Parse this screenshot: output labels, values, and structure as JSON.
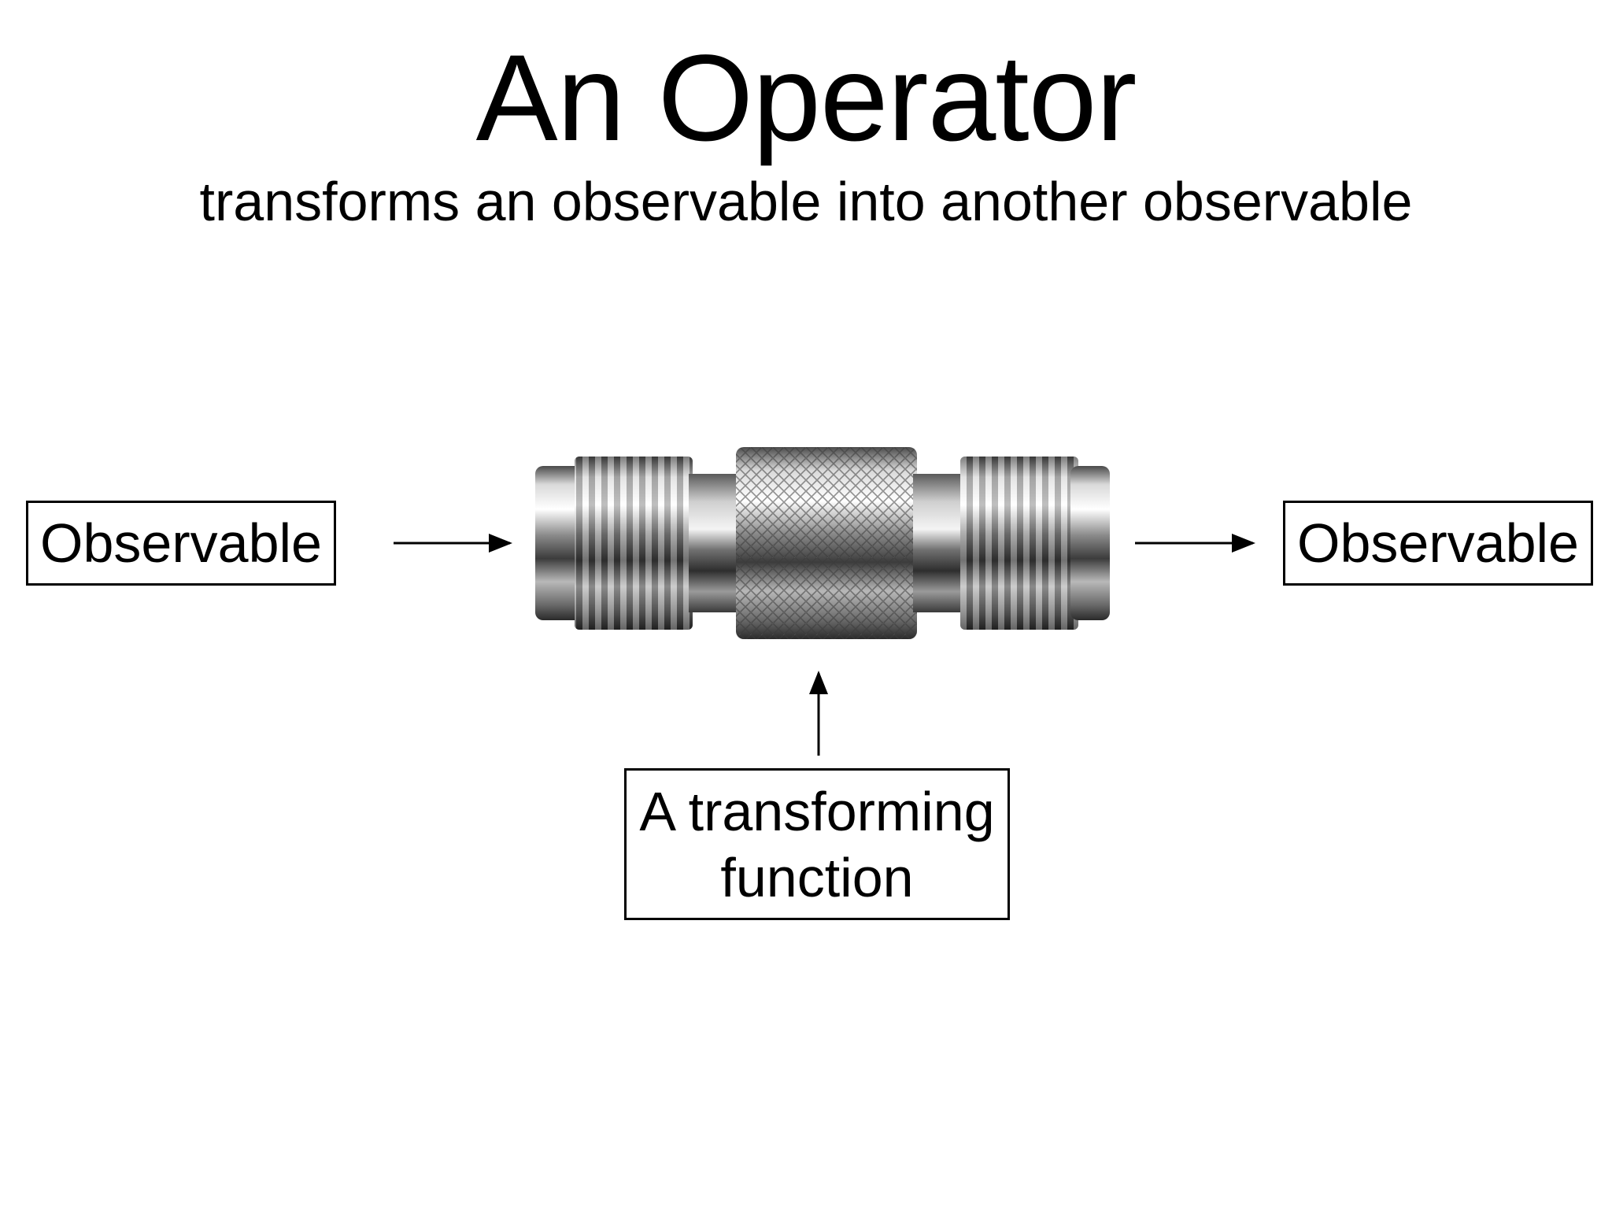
{
  "slide": {
    "title": "An Operator",
    "subtitle": "transforms an observable into another observable"
  },
  "diagram": {
    "input_label": "Observable",
    "output_label": "Observable",
    "function_label_line1": "A transforming",
    "function_label_line2": "function",
    "center_image": "coaxial-connector-adapter-image"
  }
}
